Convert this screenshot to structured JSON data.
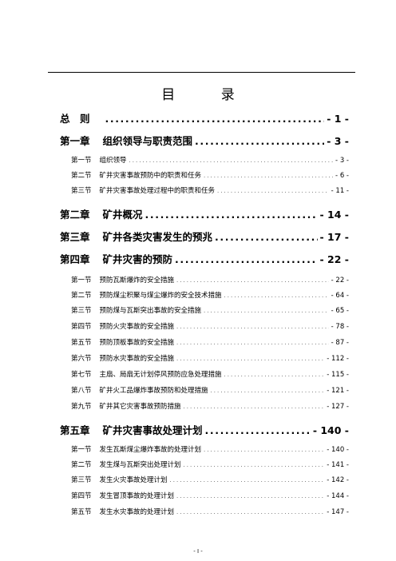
{
  "title": "目 录",
  "entries": [
    {
      "kind": "chapter",
      "num": "总　则",
      "title": "",
      "page": "- 1 -"
    },
    {
      "kind": "chapter",
      "num": "第一章",
      "title": "组织领导与职责范围",
      "page": "- 3 -"
    },
    {
      "kind": "section",
      "num": "第一节",
      "title": "组织领导",
      "page": "- 3 -"
    },
    {
      "kind": "section",
      "num": "第二节",
      "title": "矿井灾害事故预防中的职责和任务",
      "page": "- 6 -"
    },
    {
      "kind": "section",
      "num": "第三节",
      "title": "矿井灾害事故处理过程中的职责和任务",
      "page": "- 11 -"
    },
    {
      "kind": "chapter",
      "num": "第二章",
      "title": "矿井概况",
      "page": "- 14 -"
    },
    {
      "kind": "chapter",
      "num": "第三章",
      "title": "矿井各类灾害发生的预兆",
      "page": "- 17 -"
    },
    {
      "kind": "chapter",
      "num": "第四章",
      "title": "矿井灾害的预防",
      "page": "- 22 -"
    },
    {
      "kind": "section",
      "num": "第一节",
      "title": "预防瓦斯爆炸的安全措施",
      "page": "- 22 -"
    },
    {
      "kind": "section",
      "num": "第二节",
      "title": "预防煤尘积聚与煤尘爆炸的安全技术措施",
      "page": "- 64 -"
    },
    {
      "kind": "section",
      "num": "第三节",
      "title": "预防煤与瓦斯突出事故的安全措施",
      "page": "- 65 -"
    },
    {
      "kind": "section",
      "num": "第四节",
      "title": "预防火灾事故的安全措施",
      "page": "- 78 -"
    },
    {
      "kind": "section",
      "num": "第五节",
      "title": "预防顶板事故的安全措施",
      "page": "- 87 -"
    },
    {
      "kind": "section",
      "num": "第六节",
      "title": "预防水灾事故的安全措施",
      "page": "- 112 -"
    },
    {
      "kind": "section",
      "num": "第七节",
      "title": "主扇、局扇无计划停风预防应急处理措施",
      "page": "- 115 -"
    },
    {
      "kind": "section",
      "num": "第八节",
      "title": "矿井火工品爆炸事故预防和处理措施",
      "page": "- 121 -"
    },
    {
      "kind": "section",
      "num": "第九节",
      "title": "矿井其它灾害事故预防措施",
      "page": "- 127 -"
    },
    {
      "kind": "chapter",
      "num": "第五章",
      "title": "矿井灾害事故处理计划",
      "page": "- 140 -"
    },
    {
      "kind": "section",
      "num": "第一节",
      "title": "发生瓦斯煤尘爆炸事故的处理计划",
      "page": "- 140 -"
    },
    {
      "kind": "section",
      "num": "第二节",
      "title": "发生煤与瓦斯突出处理计划",
      "page": "- 141 -"
    },
    {
      "kind": "section",
      "num": "第三节",
      "title": "发生火灾事故处理计划",
      "page": "- 142 -"
    },
    {
      "kind": "section",
      "num": "第四节",
      "title": "发生冒顶事故的处理计划",
      "page": "- 144 -"
    },
    {
      "kind": "section",
      "num": "第五节",
      "title": "发生水灾事故的处理计划",
      "page": "- 147 -"
    }
  ],
  "footer": "- I -"
}
